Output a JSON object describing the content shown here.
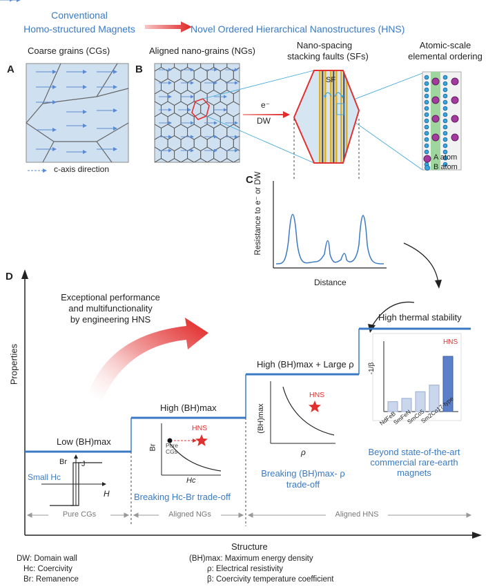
{
  "header": {
    "conventional": "Conventional",
    "homo": "Homo-structured Magnets",
    "novel": "Novel Ordered Hierarchical Nanostructures (HNS)"
  },
  "panelA": {
    "letter": "A",
    "title": "Coarse grains (CGs)",
    "caxis": "c-axis direction"
  },
  "panelB": {
    "letter": "B",
    "title": "Aligned nano-grains (NGs)",
    "sf_title_1": "Nano-spacing",
    "sf_title_2": "stacking faults (SFs)",
    "atom_title_1": "Atomic-scale",
    "atom_title_2": "elemental ordering",
    "sf_label": "SF",
    "electron": "e⁻",
    "dw": "DW",
    "atom_a": "A atom",
    "atom_b": "B atom"
  },
  "panelC": {
    "letter": "C",
    "ylabel": "Resistance to e⁻ or DW",
    "xlabel": "Distance"
  },
  "panelD": {
    "letter": "D",
    "ylabel": "Properties",
    "xlabel": "Structure",
    "exceptional_1": "Exceptional performance",
    "exceptional_2": "and multifunctionality",
    "exceptional_3": "by engineering HNS",
    "step1": "Low (BH)max",
    "step2": "High (BH)max",
    "step3": "High (BH)max + Large ρ",
    "step4": "High thermal stability",
    "small_hc": "Small Hc",
    "br": "Br",
    "j": "J",
    "h": "H",
    "hns": "HNS",
    "pure_cgs_1": "Pure",
    "pure_cgs_2": "CGs",
    "hc": "Hc",
    "bh_axis": "(BH)max",
    "rho": "ρ",
    "neg_beta": "-1/β",
    "breaking1": "Breaking Hc-Br trade-off",
    "breaking2_1": "Breaking (BH)max- ρ",
    "breaking2_2": "trade-off",
    "beyond_1": "Beyond state-of-the-art",
    "beyond_2": "commercial  rare-earth",
    "beyond_3": "magnets",
    "bar_labels": [
      "NdFeB",
      "SmFeN",
      "SmCo5",
      "Sm2Co17-type"
    ],
    "bar_values": [
      0.18,
      0.24,
      0.36,
      0.48,
      1.0
    ],
    "range_pure": "Pure CGs",
    "range_ngs": "Aligned NGs",
    "range_hns": "Aligned HNS"
  },
  "legend": {
    "dw": "DW: Domain wall",
    "hc": "Hc: Coercivity",
    "br": "Br: Remanence",
    "bh": "(BH)max: Maximum energy density",
    "rho": "ρ: Electrical resistivity",
    "beta": "β: Coercivity temperature coefficient"
  },
  "colors": {
    "accent": "#3a7ac4",
    "red": "#e03030",
    "grain": "#cfe0f0"
  }
}
